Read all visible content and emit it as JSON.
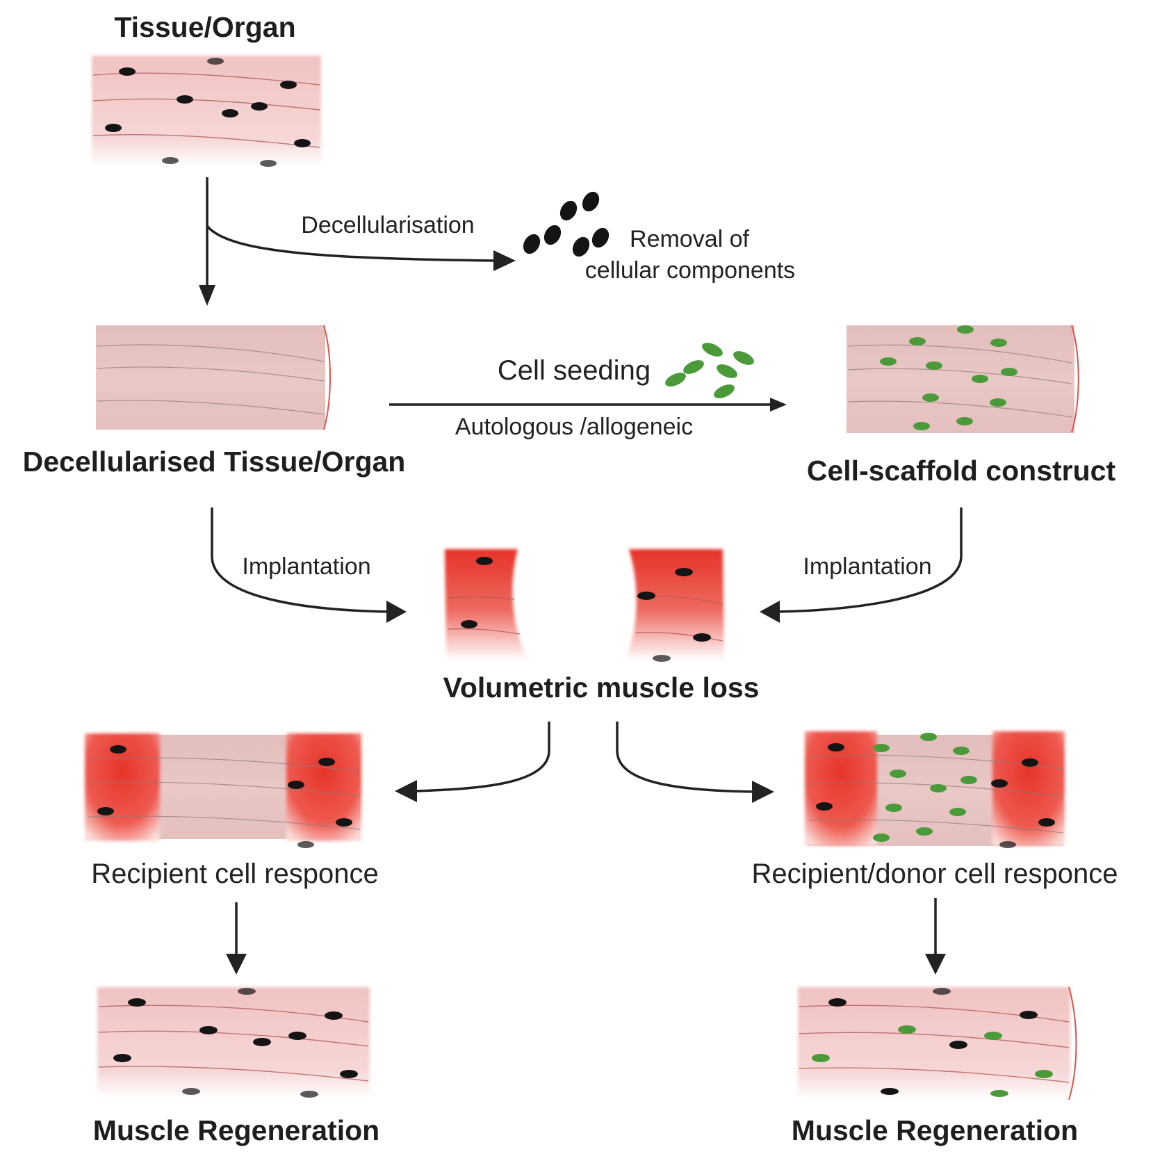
{
  "labels": {
    "tissue_organ": "Tissue/Organ",
    "decellularisation": "Decellularisation",
    "removal_line1": "Removal of",
    "removal_line2": "cellular components",
    "decell_tissue": "Decellularised Tissue/Organ",
    "cell_seeding": "Cell seeding",
    "autologous": "Autologous /allogeneic",
    "cell_scaffold": "Cell-scaffold construct",
    "implantation_left": "Implantation",
    "implantation_right": "Implantation",
    "vml": "Volumetric muscle loss",
    "recipient_response": "Recipient cell responce",
    "recipient_donor_response": "Recipient/donor cell responce",
    "regen_left": "Muscle Regeneration",
    "regen_right": "Muscle Regeneration"
  },
  "colors": {
    "muscle_pink": "#f3c9c8",
    "injured_red": "#e8352b",
    "scaffold_pink": "#e6c3c1",
    "nucleus_black": "#141414",
    "seeded_green": "#4a9a3a",
    "arrow": "#222222"
  }
}
